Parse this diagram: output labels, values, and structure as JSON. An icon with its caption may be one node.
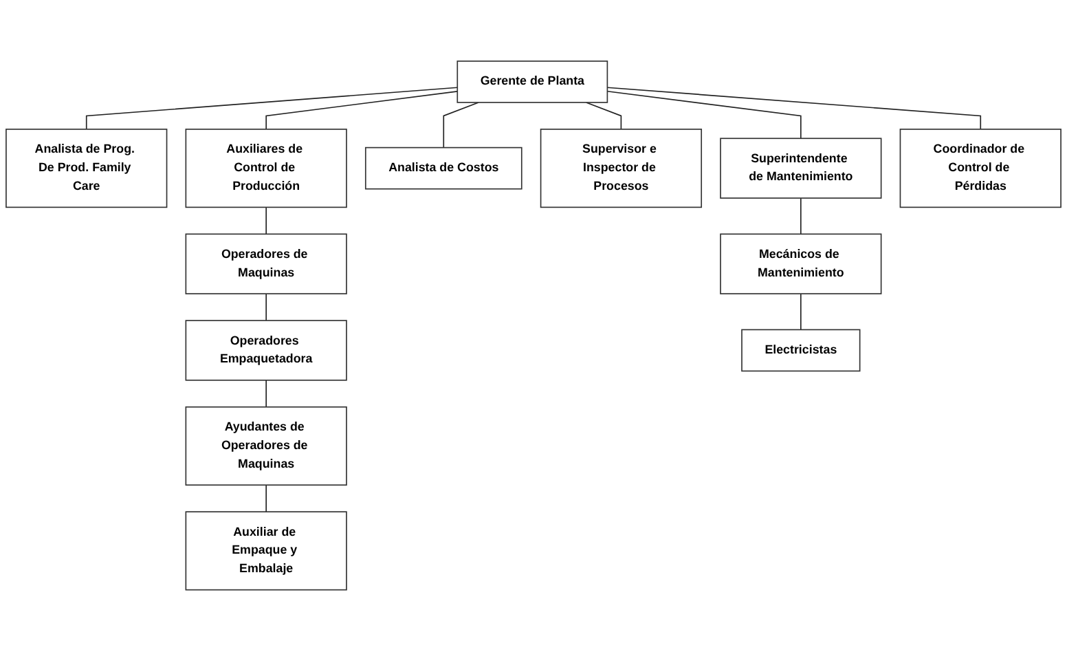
{
  "diagram": {
    "nodes": [
      {
        "text": [
          "Gerente de Planta"
        ]
      },
      {
        "text": [
          "Analista de Prog. De Prod. Family Care"
        ]
      },
      {
        "text": [
          "Auxiliares de Control de Producción"
        ]
      },
      {
        "text": [
          "Analista de Costos"
        ]
      },
      {
        "text": [
          "Supervisor e Inspector de Procesos"
        ]
      },
      {
        "text": [
          "Superintendente de Mantenimiento"
        ]
      },
      {
        "text": [
          "Operadores de Maquinas"
        ]
      },
      {
        "text": [
          "Coordinador de Control de Pérdidas"
        ]
      },
      {
        "text": [
          "Mecánicos de Mantenimiento"
        ]
      },
      {
        "text": [
          "Operadores Empaquetadora"
        ]
      },
      {
        "text": [
          "Electricistas"
        ]
      },
      {
        "text": [
          "Ayudantes de Operadores de Maquinas"
        ]
      },
      {
        "text": [
          "Auxiliar de Empaque y Embalaje"
        ]
      }
    ],
    "edges": [
      {
        "from": 0,
        "to": 5,
        "arrow": "none"
      },
      {
        "from": 0,
        "to": 1,
        "arrow": "none"
      },
      {
        "from": 0,
        "to": 2,
        "arrow": "none"
      },
      {
        "from": 0,
        "to": 3,
        "arrow": "none"
      },
      {
        "from": 0,
        "to": 4,
        "arrow": "none"
      },
      {
        "from": 0,
        "to": 7,
        "arrow": "none"
      },
      {
        "from": 5,
        "to": 8,
        "arrow": "none"
      },
      {
        "from": 8,
        "to": 10,
        "arrow": "none"
      },
      {
        "from": 2,
        "to": 6,
        "arrow": "none"
      },
      {
        "from": 6,
        "to": 9,
        "arrow": "none"
      },
      {
        "from": 9,
        "to": 11,
        "arrow": "none"
      },
      {
        "from": 11,
        "to": 12,
        "arrow": "none"
      }
    ]
  }
}
